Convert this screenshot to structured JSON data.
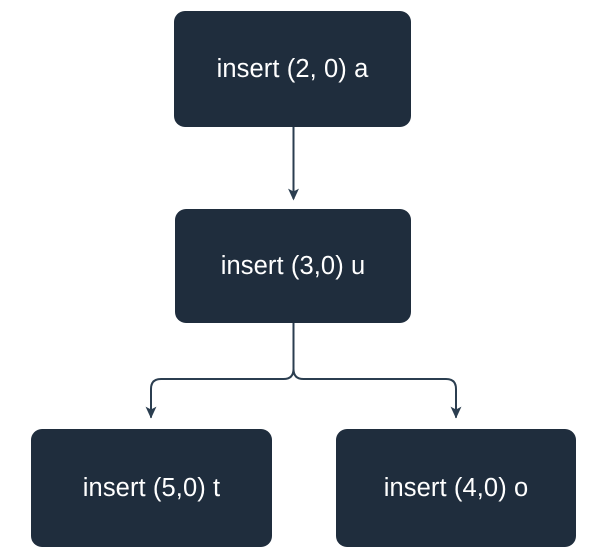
{
  "diagram": {
    "type": "flowchart",
    "background_color": "#ffffff",
    "node_fill_color": "#1f2d3d",
    "node_text_color": "#ffffff",
    "connector_color": "#2b3e50",
    "nodes": [
      {
        "id": "root",
        "label": "insert (2, 0) a"
      },
      {
        "id": "child",
        "label": "insert (3,0) u"
      },
      {
        "id": "leaf_left",
        "label": "insert (5,0) t"
      },
      {
        "id": "leaf_right",
        "label": "insert (4,0) o"
      }
    ],
    "edges": [
      {
        "from": "root",
        "to": "child",
        "style": "straight-arrow"
      },
      {
        "from": "child",
        "to": "leaf_left",
        "style": "forked-arrow"
      },
      {
        "from": "child",
        "to": "leaf_right",
        "style": "forked-arrow"
      }
    ]
  }
}
